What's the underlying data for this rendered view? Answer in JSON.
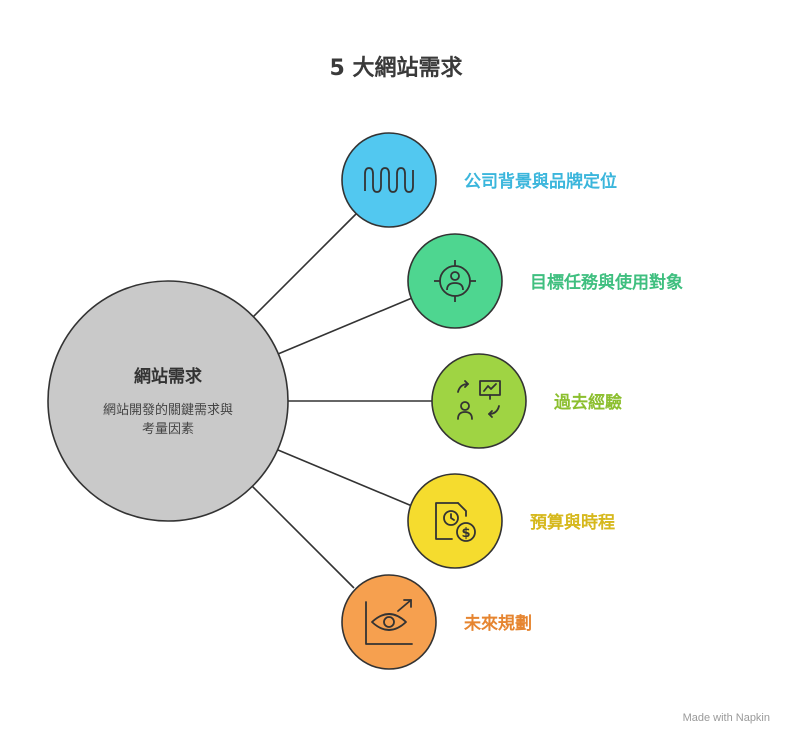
{
  "title": "5 大網站需求",
  "hub": {
    "title": "網站需求",
    "desc_line1": "網站開發的關鍵需求與",
    "desc_line2": "考量因素"
  },
  "items": [
    {
      "label": "公司背景與品牌定位",
      "color": "#3bb6dc",
      "fill": "#52c8f0",
      "icon": "brand-wave-icon"
    },
    {
      "label": "目標任務與使用對象",
      "color": "#3fbf7f",
      "fill": "#4ed690",
      "icon": "target-user-icon"
    },
    {
      "label": "過去經驗",
      "color": "#8cbf2f",
      "fill": "#9fd443",
      "icon": "experience-icon"
    },
    {
      "label": "預算與時程",
      "color": "#d6b81c",
      "fill": "#f5dc2e",
      "icon": "budget-time-icon"
    },
    {
      "label": "未來規劃",
      "color": "#e68530",
      "fill": "#f6a04f",
      "icon": "future-vision-icon"
    }
  ],
  "watermark": "Made with Napkin"
}
